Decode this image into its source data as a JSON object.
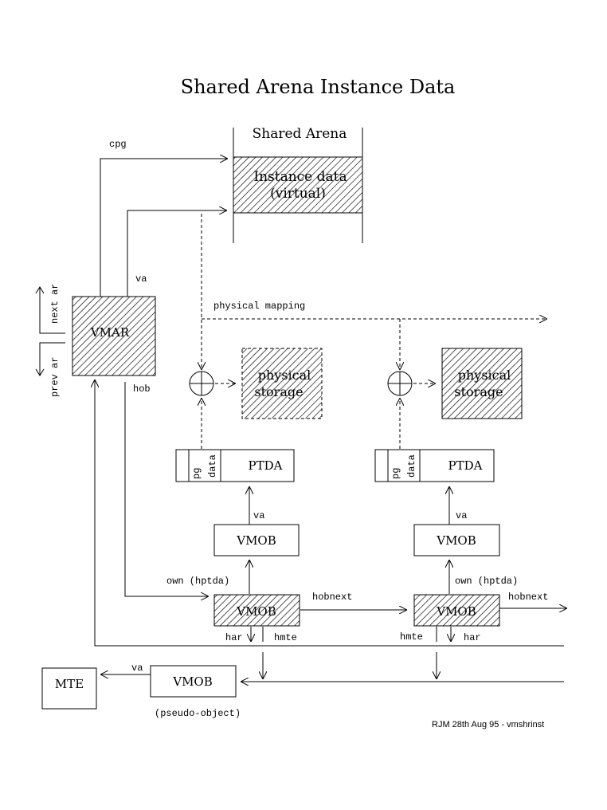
{
  "title": "Shared Arena Instance Data",
  "arena": {
    "heading": "Shared Arena",
    "instance_line1": "Instance data",
    "instance_line2": "(virtual)"
  },
  "labels": {
    "cpg": "cpg",
    "va": "va",
    "next_ar": "next ar",
    "prev_ar": "prev ar",
    "hob": "hob",
    "physical_mapping": "physical mapping",
    "own_hptda": "own (hptda)",
    "hobnext": "hobnext",
    "har": "har",
    "hmte": "hmte",
    "pg": "pg",
    "data": "data",
    "pseudo_object": "(pseudo-object)"
  },
  "boxes": {
    "vmar": "VMAR",
    "ptda": "PTDA",
    "vmob": "VMOB",
    "mte": "MTE",
    "physical_line1": "physical",
    "physical_line2": "storage"
  },
  "footer": "RJM 28th Aug 95 - vmshrinst"
}
